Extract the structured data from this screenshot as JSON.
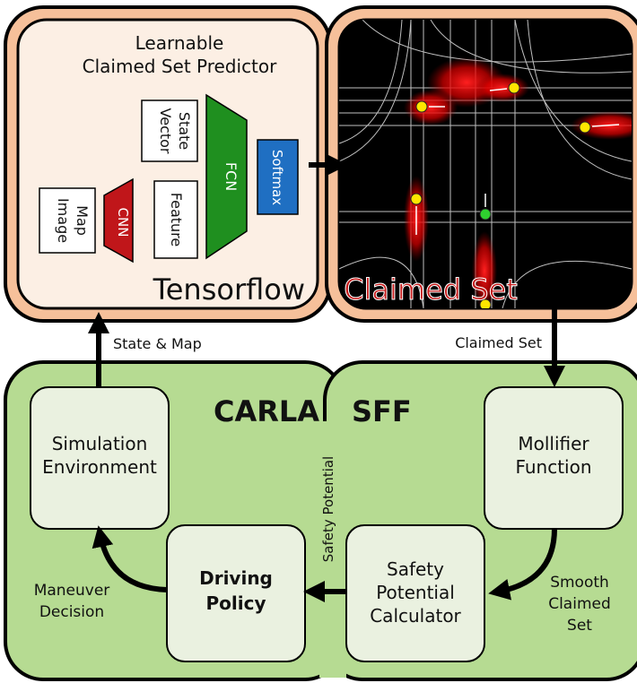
{
  "top_left_panel": {
    "title_line1": "Learnable",
    "title_line2": "Claimed Set Predictor",
    "state_vector_line1": "State",
    "state_vector_line2": "Vector",
    "map_image_line1": "Map",
    "map_image_line2": "Image",
    "cnn": "CNN",
    "feature": "Feature",
    "fcn": "FCN",
    "softmax": "Softmax",
    "framework_label": "Tensorflow"
  },
  "top_right_panel": {
    "label": "Claimed Set"
  },
  "connectors": {
    "state_map": "State & Map",
    "claimed_set": "Claimed Set",
    "safety_potential": "Safety Potential",
    "maneuver_line1": "Maneuver",
    "maneuver_line2": "Decision",
    "smooth_line1": "Smooth",
    "smooth_line2": "Claimed",
    "smooth_line3": "Set"
  },
  "carla_panel": {
    "label": "CARLA",
    "sim_line1": "Simulation",
    "sim_line2": "Environment",
    "policy_line1": "Driving",
    "policy_line2": "Policy"
  },
  "sff_panel": {
    "label": "SFF",
    "mollifier_line1": "Mollifier",
    "mollifier_line2": "Function",
    "calc_line1": "Safety",
    "calc_line2": "Potential",
    "calc_line3": "Calculator"
  },
  "colors": {
    "orange_frame": "#f6c09a",
    "orange_inner": "#fcefe4",
    "green_frame": "#b6db92",
    "green_box": "#eaf1e0",
    "cnn_red": "#c0161a",
    "fcn_green": "#1f8f1f",
    "softmax_blue": "#1f6fc2",
    "claimed_red": "#c41a1a"
  }
}
